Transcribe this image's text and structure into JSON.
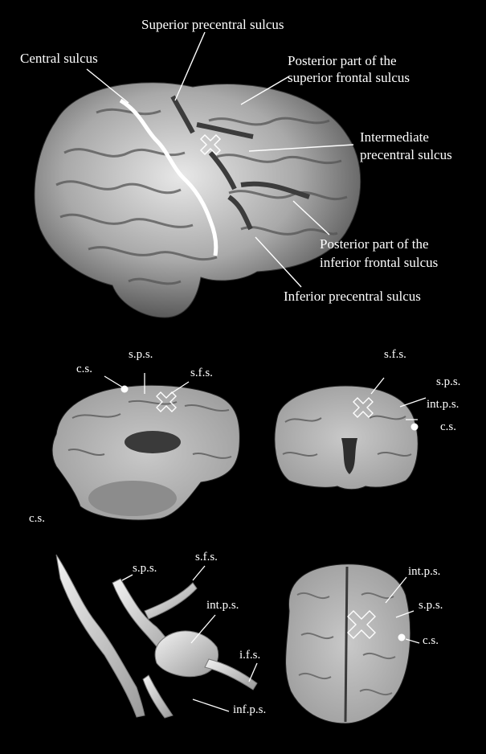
{
  "labels": {
    "superior_precentral_sulcus": "Superior precentral sulcus",
    "central_sulcus": "Central sulcus",
    "posterior_superior_frontal_1": "Posterior part of the",
    "posterior_superior_frontal_2": "superior frontal sulcus",
    "intermediate_precentral_1": "Intermediate",
    "intermediate_precentral_2": "precentral sulcus",
    "posterior_inferior_frontal_1": "Posterior part of the",
    "posterior_inferior_frontal_2": "inferior frontal sulcus",
    "inferior_precentral_sulcus": "Inferior precentral sulcus"
  },
  "sagittal": {
    "cs": "c.s.",
    "sps": "s.p.s.",
    "sfs": "s.f.s."
  },
  "coronal": {
    "sfs": "s.f.s.",
    "sps": "s.p.s.",
    "intps": "int.p.s.",
    "cs": "c.s."
  },
  "sulci3d": {
    "cs": "c.s.",
    "sps": "s.p.s.",
    "sfs": "s.f.s.",
    "intps": "int.p.s.",
    "ifs": "i.f.s.",
    "infps": "inf.p.s."
  },
  "axial": {
    "intps": "int.p.s.",
    "sps": "s.p.s.",
    "cs": "c.s."
  },
  "colors": {
    "background": "#000000",
    "brain": "#b8b8b8",
    "sulcus_highlight": "#ffffff"
  }
}
